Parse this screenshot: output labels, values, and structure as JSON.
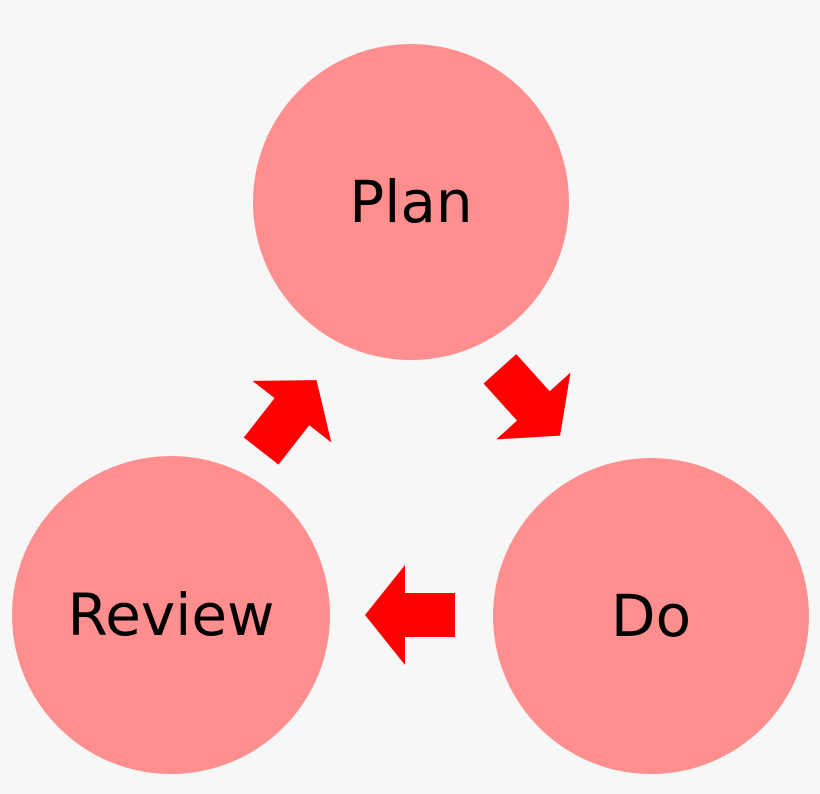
{
  "diagram": {
    "nodes": [
      {
        "id": "plan",
        "label": "Plan"
      },
      {
        "id": "do",
        "label": "Do"
      },
      {
        "id": "review",
        "label": "Review"
      }
    ],
    "edges": [
      {
        "from": "plan",
        "to": "do"
      },
      {
        "from": "do",
        "to": "review"
      },
      {
        "from": "review",
        "to": "plan"
      }
    ]
  },
  "colors": {
    "node_fill": "#ff8f8f",
    "arrow_fill": "#ff0000",
    "background": "#f7f7f7",
    "text": "#000000"
  },
  "icons": {
    "edge": "block-arrow-icon"
  }
}
